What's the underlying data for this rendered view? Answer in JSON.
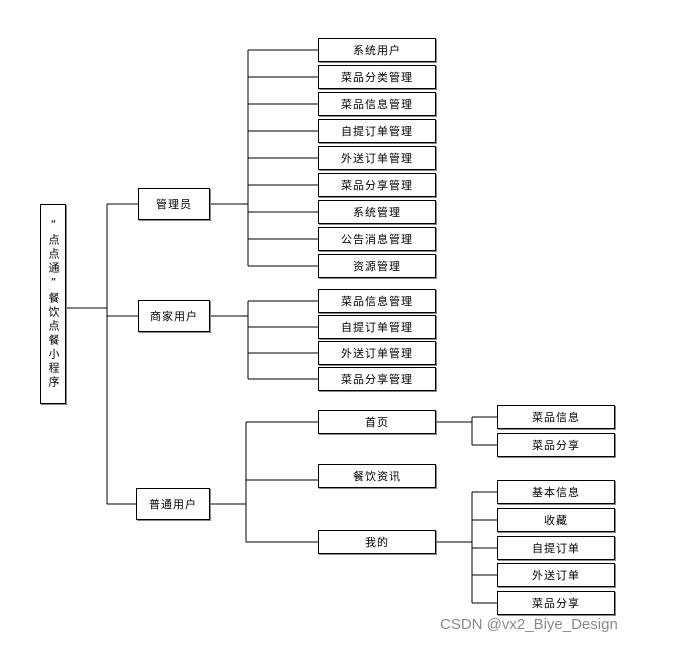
{
  "root": {
    "label": "“点点通”餐饮点餐小程序"
  },
  "groups": [
    {
      "id": "admin",
      "label": "管理员",
      "items": [
        "系统用户",
        "菜品分类管理",
        "菜品信息管理",
        "自提订单管理",
        "外送订单管理",
        "菜品分享管理",
        "系统管理",
        "公告消息管理",
        "资源管理"
      ]
    },
    {
      "id": "merchant",
      "label": "商家用户",
      "items": [
        "菜品信息管理",
        "自提订单管理",
        "外送订单管理",
        "菜品分享管理"
      ]
    },
    {
      "id": "user",
      "label": "普通用户",
      "children": [
        {
          "label": "首页",
          "items": [
            "菜品信息",
            "菜品分享"
          ]
        },
        {
          "label": "餐饮资讯",
          "items": []
        },
        {
          "label": "我的",
          "items": [
            "基本信息",
            "收藏",
            "自提订单",
            "外送订单",
            "菜品分享"
          ]
        }
      ]
    }
  ],
  "watermark": "CSDN @vx2_Biye_Design"
}
